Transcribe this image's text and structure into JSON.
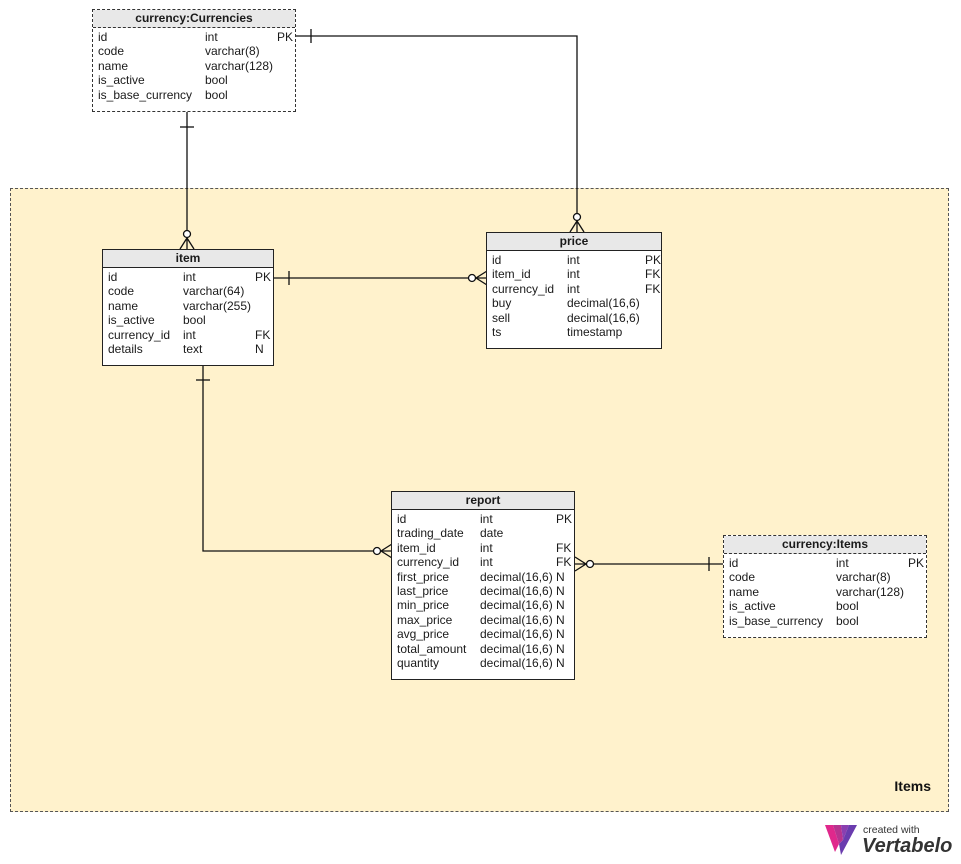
{
  "area": {
    "label": "Items"
  },
  "tables": [
    {
      "key": "currencies",
      "title": "currency:Currencies",
      "ref": true,
      "columns": [
        [
          "id",
          "int",
          "PK"
        ],
        [
          "code",
          "varchar(8)",
          ""
        ],
        [
          "name",
          "varchar(128)",
          ""
        ],
        [
          "is_active",
          "bool",
          ""
        ],
        [
          "is_base_currency",
          "bool",
          ""
        ]
      ]
    },
    {
      "key": "item",
      "title": "item",
      "ref": false,
      "columns": [
        [
          "id",
          "int",
          "PK"
        ],
        [
          "code",
          "varchar(64)",
          ""
        ],
        [
          "name",
          "varchar(255)",
          ""
        ],
        [
          "is_active",
          "bool",
          ""
        ],
        [
          "currency_id",
          "int",
          "FK"
        ],
        [
          "details",
          "text",
          "N"
        ]
      ]
    },
    {
      "key": "price",
      "title": "price",
      "ref": false,
      "columns": [
        [
          "id",
          "int",
          "PK"
        ],
        [
          "item_id",
          "int",
          "FK"
        ],
        [
          "currency_id",
          "int",
          "FK"
        ],
        [
          "buy",
          "decimal(16,6)",
          ""
        ],
        [
          "sell",
          "decimal(16,6)",
          ""
        ],
        [
          "ts",
          "timestamp",
          ""
        ]
      ]
    },
    {
      "key": "report",
      "title": "report",
      "ref": false,
      "columns": [
        [
          "id",
          "int",
          "PK"
        ],
        [
          "trading_date",
          "date",
          ""
        ],
        [
          "item_id",
          "int",
          "FK"
        ],
        [
          "currency_id",
          "int",
          "FK"
        ],
        [
          "first_price",
          "decimal(16,6)",
          "N"
        ],
        [
          "last_price",
          "decimal(16,6)",
          "N"
        ],
        [
          "min_price",
          "decimal(16,6)",
          "N"
        ],
        [
          "max_price",
          "decimal(16,6)",
          "N"
        ],
        [
          "avg_price",
          "decimal(16,6)",
          "N"
        ],
        [
          "total_amount",
          "decimal(16,6)",
          "N"
        ],
        [
          "quantity",
          "decimal(16,6)",
          "N"
        ]
      ]
    },
    {
      "key": "items_ref",
      "title": "currency:Items",
      "ref": true,
      "columns": [
        [
          "id",
          "int",
          "PK"
        ],
        [
          "code",
          "varchar(8)",
          ""
        ],
        [
          "name",
          "varchar(128)",
          ""
        ],
        [
          "is_active",
          "bool",
          ""
        ],
        [
          "is_base_currency",
          "bool",
          ""
        ]
      ]
    }
  ],
  "logo": {
    "small": "created with",
    "big": "Vertabelo"
  },
  "colors": {
    "area_fill": "#fff2cc",
    "header_fill": "#e8e8e8",
    "line": "#111111",
    "logo_pink": "#e0288c",
    "logo_purple": "#7b3fb0"
  }
}
